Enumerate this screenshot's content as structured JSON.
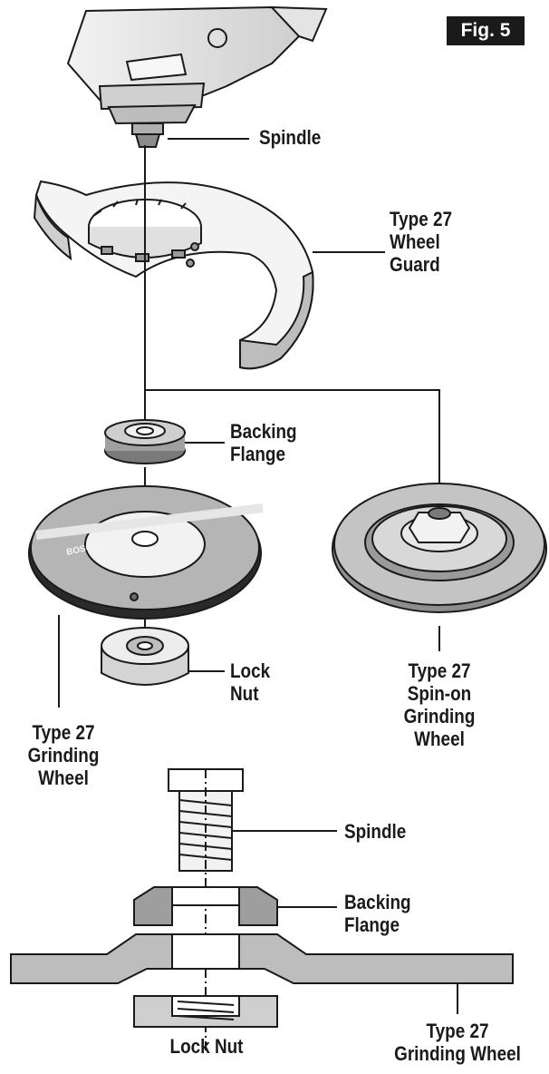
{
  "figure": {
    "badge": "Fig. 5"
  },
  "exploded_view": {
    "spindle": "Spindle",
    "wheel_guard": [
      "Type 27",
      "Wheel",
      "Guard"
    ],
    "backing_flange": [
      "Backing",
      "Flange"
    ],
    "lock_nut": [
      "Lock",
      "Nut"
    ],
    "grinding_wheel": [
      "Type 27",
      "Grinding",
      "Wheel"
    ],
    "spin_on_wheel": [
      "Type 27",
      "Spin-on",
      "Grinding",
      "Wheel"
    ],
    "wheel_brand": "BOSCH"
  },
  "cross_section": {
    "spindle": "Spindle",
    "backing_flange": [
      "Backing",
      "Flange"
    ],
    "lock_nut": "Lock Nut",
    "grinding_wheel": [
      "Type 27",
      "Grinding Wheel"
    ]
  },
  "colors": {
    "ink": "#1a1a1a",
    "metal": "#d9d9d9",
    "dark_metal": "#8c8c8c",
    "wheel": "#bdbdbd"
  }
}
